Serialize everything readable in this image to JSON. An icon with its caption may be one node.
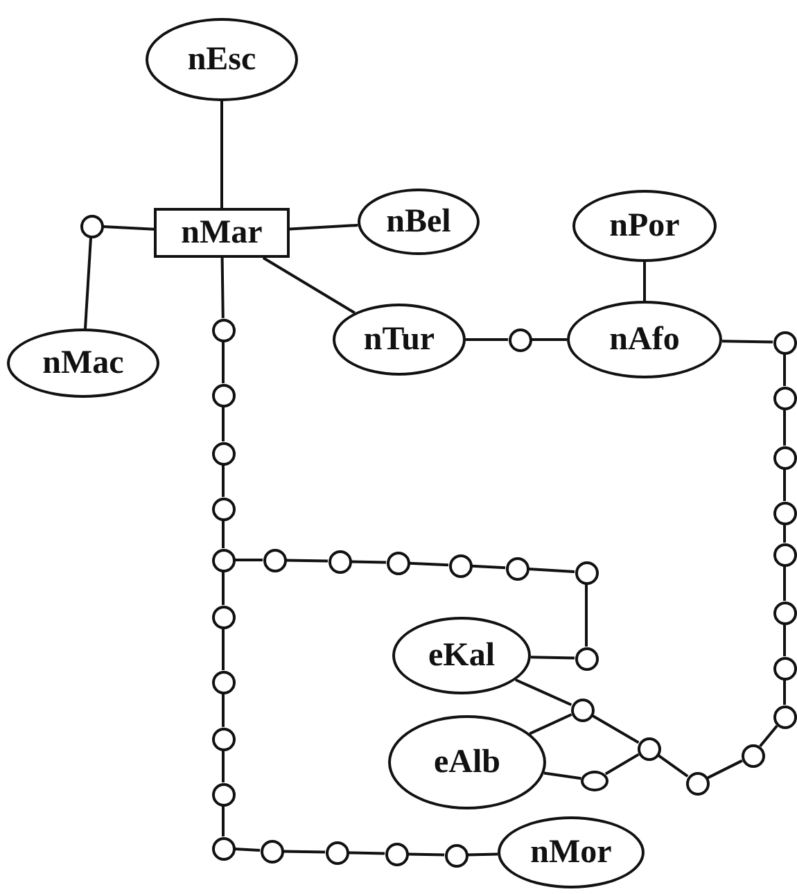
{
  "diagram": {
    "nodes": [
      {
        "text": [
          "nEsc"
        ]
      },
      {
        "text": [
          "nMar"
        ]
      },
      {
        "text": [
          "nBel"
        ]
      },
      {
        "text": [
          "nPor"
        ]
      },
      {
        "text": [],
        "shape": "circle"
      },
      {
        "text": [
          "nMac"
        ]
      },
      {
        "text": [
          "nTur"
        ]
      },
      {
        "text": [],
        "shape": "circle"
      },
      {
        "text": [
          "nAfo"
        ]
      },
      {
        "text": [],
        "shape": "circle"
      },
      {
        "text": [],
        "shape": "circle"
      },
      {
        "text": [],
        "shape": "circle"
      },
      {
        "text": [],
        "shape": "circle"
      },
      {
        "text": [],
        "shape": "circle"
      },
      {
        "text": [],
        "shape": "circle"
      },
      {
        "text": [],
        "shape": "circle"
      },
      {
        "text": [],
        "shape": "circle"
      },
      {
        "text": [],
        "shape": "circle"
      },
      {
        "text": [],
        "shape": "circle"
      },
      {
        "text": [],
        "shape": "circle"
      },
      {
        "text": [],
        "shape": "circle"
      },
      {
        "text": [],
        "shape": "circle"
      },
      {
        "text": [],
        "shape": "circle"
      },
      {
        "text": [],
        "shape": "circle"
      },
      {
        "text": [],
        "shape": "circle"
      },
      {
        "text": [],
        "shape": "circle"
      },
      {
        "text": [],
        "shape": "circle"
      },
      {
        "text": [],
        "shape": "circle"
      },
      {
        "text": [],
        "shape": "circle"
      },
      {
        "text": [],
        "shape": "circle"
      },
      {
        "text": [],
        "shape": "circle"
      },
      {
        "text": [],
        "shape": "circle"
      },
      {
        "text": [],
        "shape": "circle"
      },
      {
        "text": [],
        "shape": "circle"
      },
      {
        "text": [
          "eKal"
        ]
      },
      {
        "text": [],
        "shape": "circle"
      },
      {
        "text": [
          "eAlb"
        ]
      },
      {
        "text": [],
        "shape": "circle"
      },
      {
        "text": [],
        "shape": "circle"
      },
      {
        "text": [],
        "shape": "circle"
      },
      {
        "text": [],
        "shape": "circle"
      },
      {
        "text": [],
        "shape": "circle"
      },
      {
        "text": [],
        "shape": "circle"
      },
      {
        "text": [],
        "shape": "circle"
      },
      {
        "text": [],
        "shape": "circle"
      },
      {
        "text": [
          "nMor"
        ]
      }
    ],
    "edges": [
      {
        "from": 0,
        "to": 1,
        "arrow": "none"
      },
      {
        "from": 1,
        "to": 2,
        "arrow": "none"
      },
      {
        "from": 1,
        "to": 6,
        "arrow": "none"
      },
      {
        "from": 1,
        "to": 4,
        "arrow": "none"
      },
      {
        "from": 4,
        "to": 5,
        "arrow": "none"
      },
      {
        "from": 1,
        "to": 17,
        "arrow": "none"
      },
      {
        "from": 17,
        "to": 18,
        "arrow": "none"
      },
      {
        "from": 18,
        "to": 19,
        "arrow": "none"
      },
      {
        "from": 19,
        "to": 20,
        "arrow": "none"
      },
      {
        "from": 20,
        "to": 21,
        "arrow": "none"
      },
      {
        "from": 21,
        "to": 22,
        "arrow": "none"
      },
      {
        "from": 22,
        "to": 23,
        "arrow": "none"
      },
      {
        "from": 23,
        "to": 24,
        "arrow": "none"
      },
      {
        "from": 24,
        "to": 25,
        "arrow": "none"
      },
      {
        "from": 25,
        "to": 26,
        "arrow": "none"
      },
      {
        "from": 26,
        "to": 41,
        "arrow": "none"
      },
      {
        "from": 41,
        "to": 42,
        "arrow": "none"
      },
      {
        "from": 42,
        "to": 43,
        "arrow": "none"
      },
      {
        "from": 43,
        "to": 44,
        "arrow": "none"
      },
      {
        "from": 44,
        "to": 45,
        "arrow": "none"
      },
      {
        "from": 21,
        "to": 27,
        "arrow": "none"
      },
      {
        "from": 27,
        "to": 28,
        "arrow": "none"
      },
      {
        "from": 28,
        "to": 29,
        "arrow": "none"
      },
      {
        "from": 29,
        "to": 30,
        "arrow": "none"
      },
      {
        "from": 30,
        "to": 31,
        "arrow": "none"
      },
      {
        "from": 31,
        "to": 32,
        "arrow": "none"
      },
      {
        "from": 32,
        "to": 33,
        "arrow": "none"
      },
      {
        "from": 33,
        "to": 34,
        "arrow": "none"
      },
      {
        "from": 34,
        "to": 35,
        "arrow": "none"
      },
      {
        "from": 36,
        "to": 35,
        "arrow": "none"
      },
      {
        "from": 35,
        "to": 38,
        "arrow": "none"
      },
      {
        "from": 36,
        "to": 37,
        "arrow": "none"
      },
      {
        "from": 37,
        "to": 38,
        "arrow": "none"
      },
      {
        "from": 38,
        "to": 39,
        "arrow": "none"
      },
      {
        "from": 39,
        "to": 40,
        "arrow": "none"
      },
      {
        "from": 40,
        "to": 16,
        "arrow": "none"
      },
      {
        "from": 16,
        "to": 15,
        "arrow": "none"
      },
      {
        "from": 15,
        "to": 14,
        "arrow": "none"
      },
      {
        "from": 14,
        "to": 13,
        "arrow": "none"
      },
      {
        "from": 13,
        "to": 12,
        "arrow": "none"
      },
      {
        "from": 12,
        "to": 11,
        "arrow": "none"
      },
      {
        "from": 11,
        "to": 10,
        "arrow": "none"
      },
      {
        "from": 10,
        "to": 9,
        "arrow": "none"
      },
      {
        "from": 9,
        "to": 8,
        "arrow": "none"
      },
      {
        "from": 8,
        "to": 3,
        "arrow": "none"
      },
      {
        "from": 8,
        "to": 7,
        "arrow": "none"
      },
      {
        "from": 7,
        "to": 6,
        "arrow": "none"
      }
    ]
  }
}
